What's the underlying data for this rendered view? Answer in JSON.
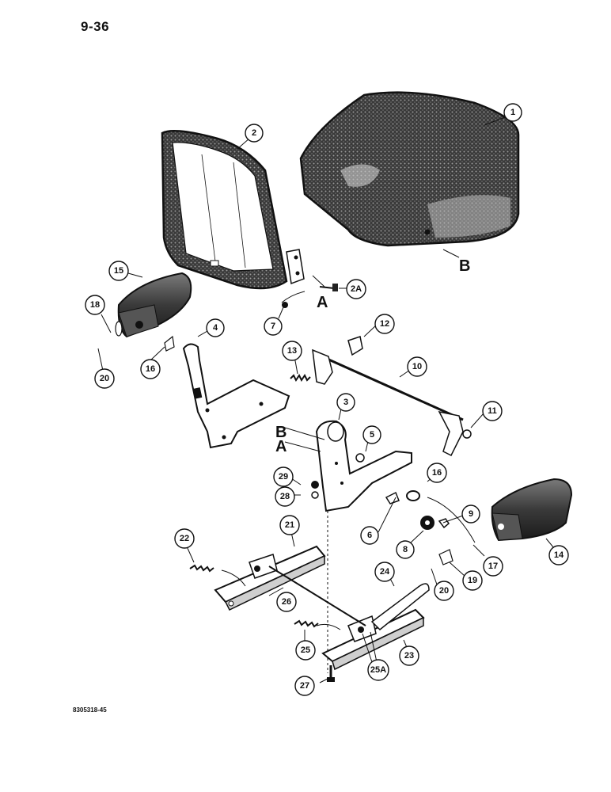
{
  "page_number": "9-36",
  "figure_id": "8305318-45",
  "callouts": [
    "1",
    "2",
    "2A",
    "3",
    "4",
    "5",
    "6",
    "7",
    "8",
    "9",
    "10",
    "11",
    "12",
    "13",
    "14",
    "15",
    "16",
    "16",
    "17",
    "18",
    "19",
    "20",
    "20",
    "21",
    "22",
    "23",
    "24",
    "25",
    "25A",
    "26",
    "27",
    "28",
    "29"
  ],
  "letters": [
    "A",
    "A",
    "B",
    "B"
  ],
  "part_names": {
    "seat_cushion": "seat-cushion",
    "seat_back": "seat-back",
    "armrest_left": "armrest",
    "armrest_right": "armrest",
    "bracket_left": "seat-bracket",
    "bracket_right": "seat-bracket",
    "rod": "adjuster-rod",
    "slide_rail_left": "slide-rail",
    "slide_rail_right": "slide-rail"
  },
  "colors": {
    "ink": "#111111",
    "fabric_dark": "#2a2a2a",
    "fabric_mid": "#5a5a5a",
    "paper": "#ffffff"
  }
}
